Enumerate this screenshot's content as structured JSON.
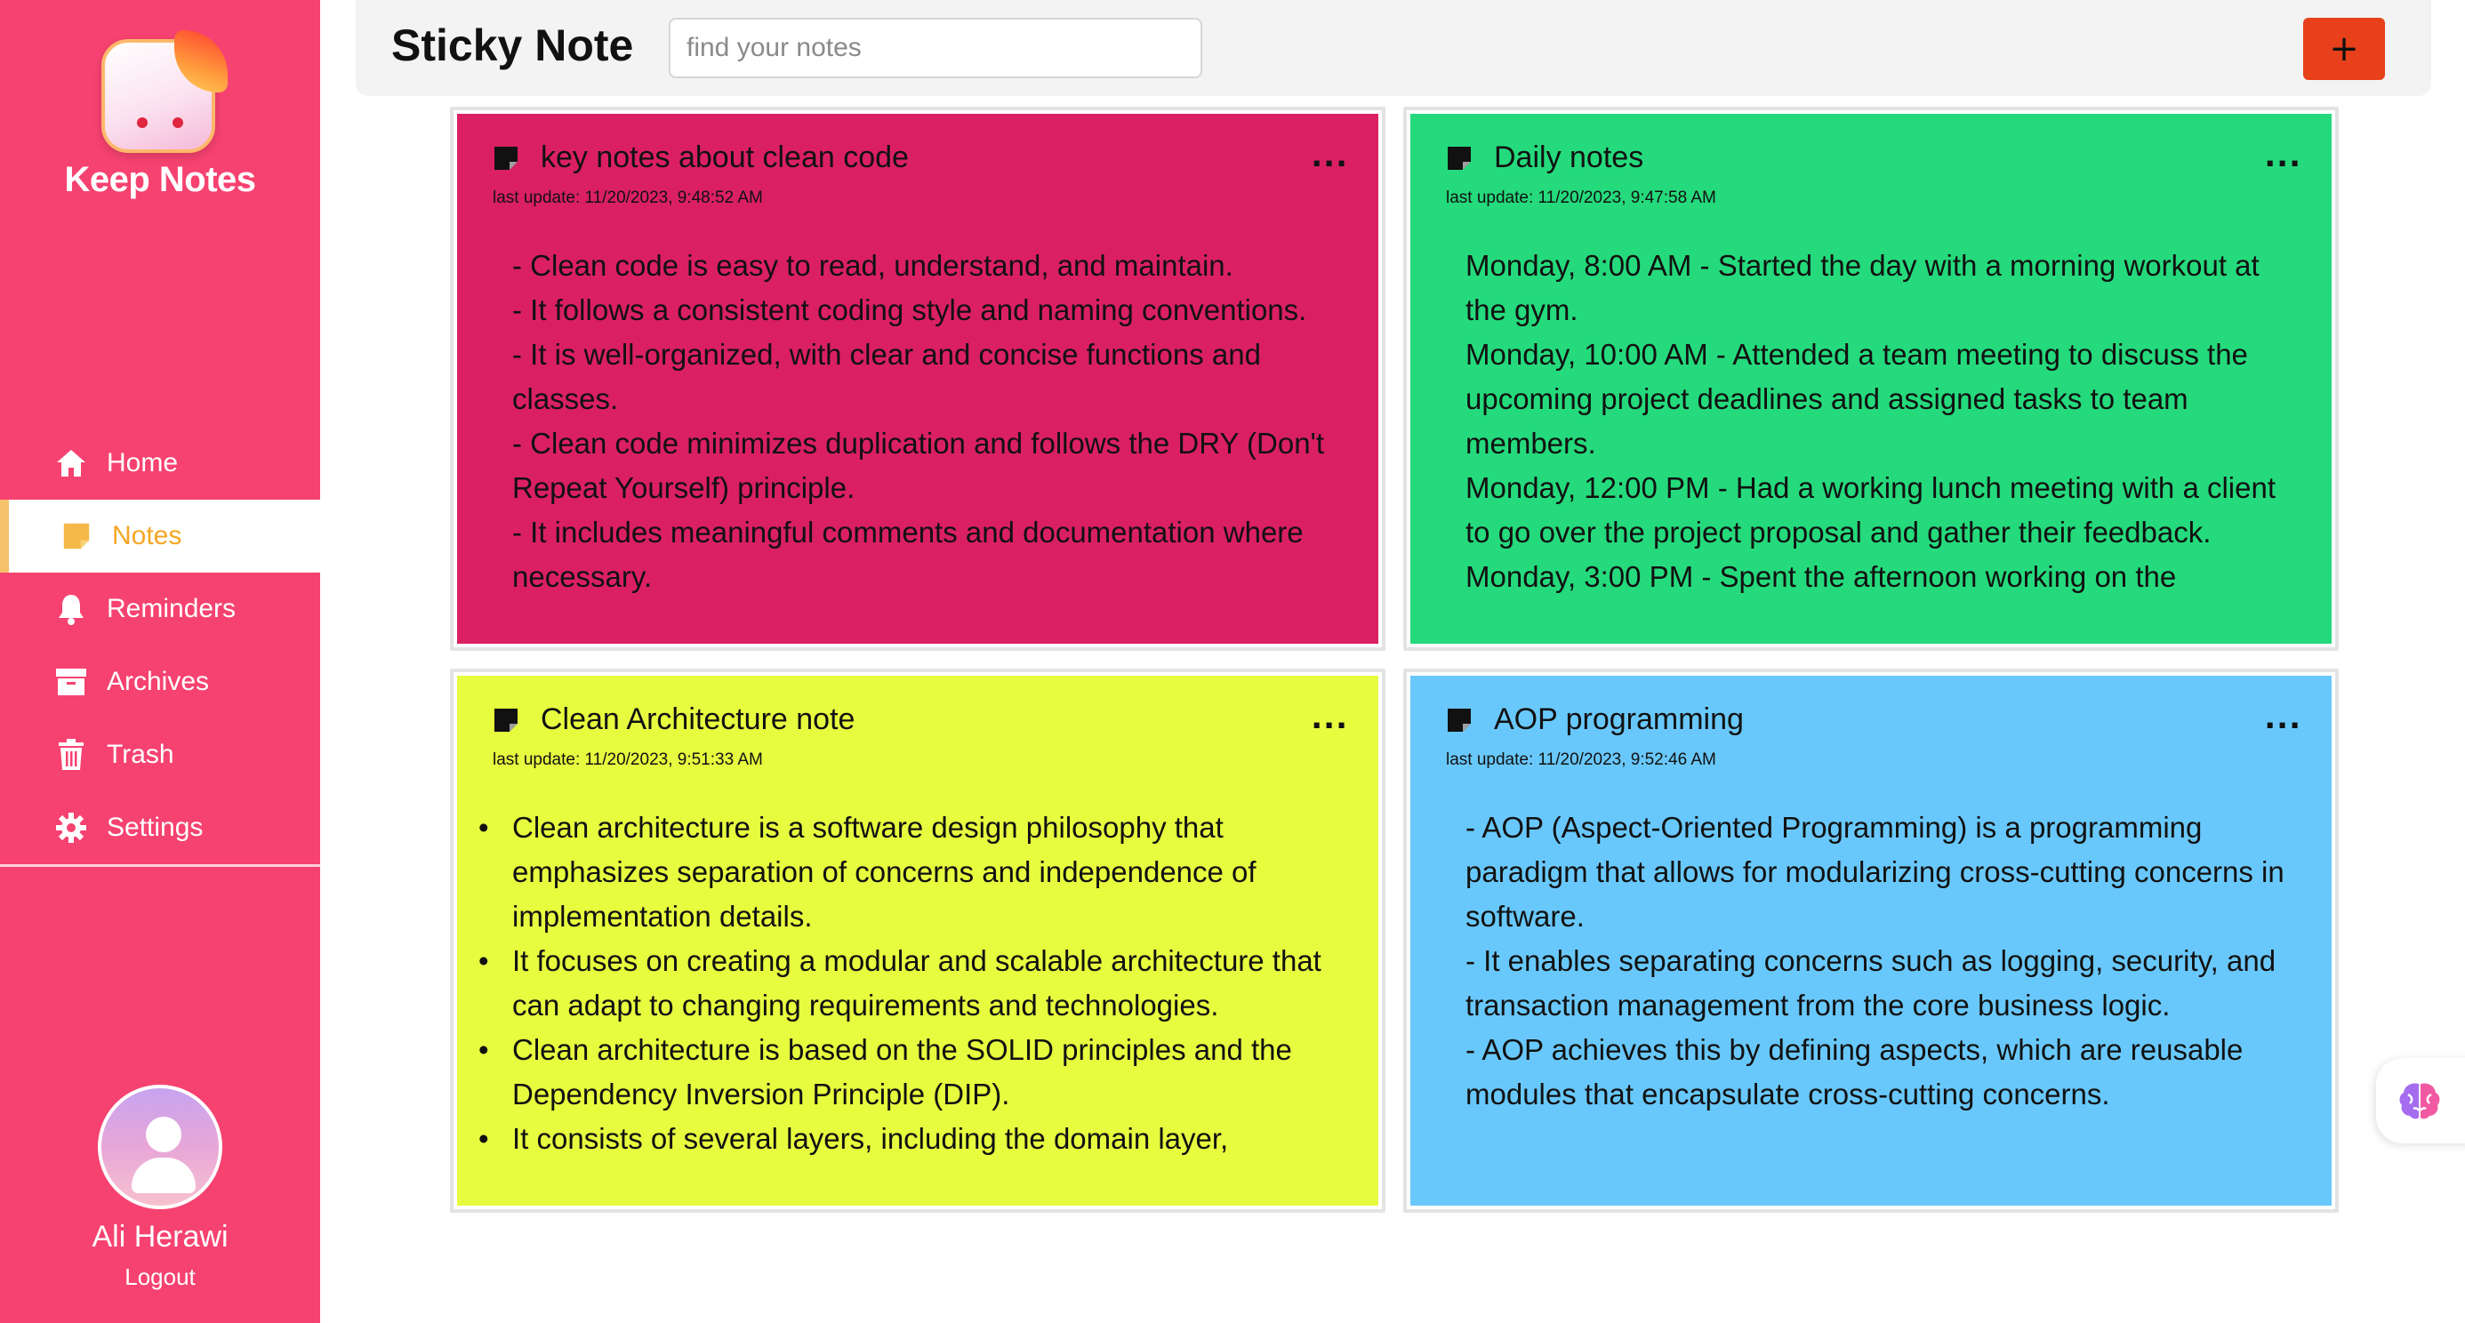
{
  "app": {
    "name": "Keep Notes"
  },
  "sidebar": {
    "items": [
      {
        "label": "Home",
        "icon": "home-icon",
        "active": false
      },
      {
        "label": "Notes",
        "icon": "note-icon",
        "active": true
      },
      {
        "label": "Reminders",
        "icon": "bell-icon",
        "active": false
      },
      {
        "label": "Archives",
        "icon": "archive-icon",
        "active": false
      },
      {
        "label": "Trash",
        "icon": "trash-icon",
        "active": false
      },
      {
        "label": "Settings",
        "icon": "gear-icon",
        "active": false
      }
    ],
    "user": {
      "name": "Ali Herawi",
      "logout_label": "Logout"
    }
  },
  "header": {
    "title": "Sticky Note",
    "search_placeholder": "find your notes",
    "search_value": "",
    "add_label": "+"
  },
  "notes": [
    {
      "title": "key notes about clean code",
      "updated": "last update: 11/20/2023, 9:48:52 AM",
      "color": "#da2062",
      "more_label": "...",
      "lines": [
        "- Clean code is easy to read, understand, and maintain.",
        "- It follows a consistent coding style and naming conventions.",
        "- It is well-organized, with clear and concise functions and classes.",
        "- Clean code minimizes duplication and follows the DRY (Don't Repeat Yourself) principle.",
        "- It includes meaningful comments and documentation where necessary."
      ]
    },
    {
      "title": "Daily notes",
      "updated": "last update: 11/20/2023, 9:47:58 AM",
      "color": "#25da7c",
      "more_label": "...",
      "lines": [
        "Monday, 8:00 AM - Started the day with a morning workout at the gym.",
        "Monday, 10:00 AM - Attended a team meeting to discuss the upcoming project deadlines and assigned tasks to team members.",
        "Monday, 12:00 PM - Had a working lunch meeting with a client to go over the project proposal and gather their feedback.",
        "Monday, 3:00 PM - Spent the afternoon working on the"
      ]
    },
    {
      "title": "Clean Architecture note",
      "updated": "last update: 11/20/2023, 9:51:33 AM",
      "color": "#e7fb3f",
      "more_label": "...",
      "bullets": [
        "Clean architecture is a software design philosophy that emphasizes separation of concerns and independence of implementation details.",
        "It focuses on creating a modular and scalable architecture that can adapt to changing requirements and technologies.",
        "Clean architecture is based on the SOLID principles and the Dependency Inversion Principle (DIP).",
        "It consists of several layers, including the domain layer,"
      ]
    },
    {
      "title": "AOP programming",
      "updated": "last update: 11/20/2023, 9:52:46 AM",
      "color": "#69c8fb",
      "more_label": "...",
      "lines": [
        "- AOP (Aspect-Oriented Programming) is a programming paradigm that allows for modularizing cross-cutting concerns in software.",
        "- It enables separating concerns such as logging, security, and transaction management from the core business logic.",
        "- AOP achieves this by defining aspects, which are reusable modules that encapsulate cross-cutting concerns."
      ]
    }
  ],
  "colors": {
    "sidebar": "#f64270",
    "active_text": "#f5a623",
    "add_button": "#e7401b"
  }
}
